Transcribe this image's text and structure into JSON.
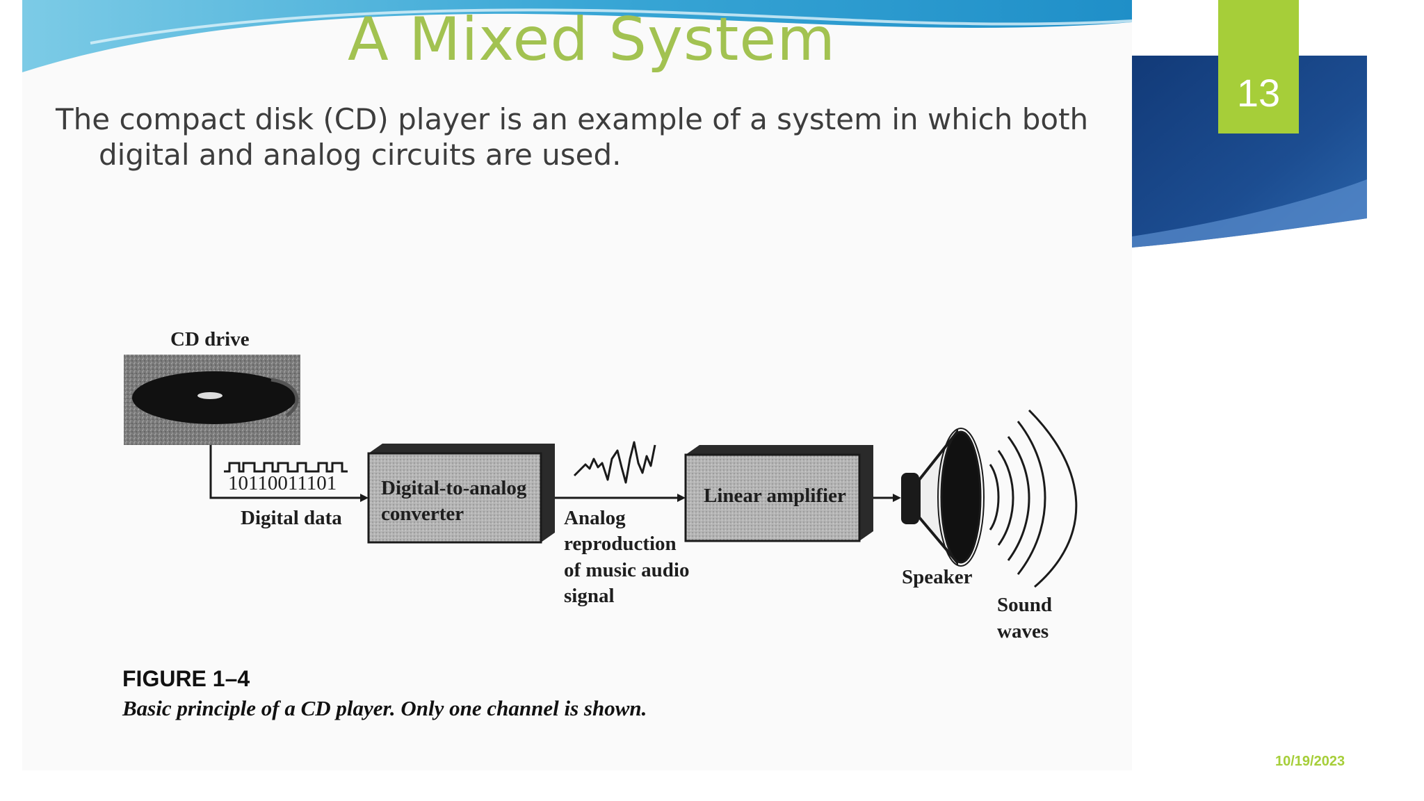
{
  "slide": {
    "title": "A Mixed System",
    "body": "The compact disk (CD) player is an example of a system in which both digital and analog circuits are used.",
    "number": "13",
    "date": "10/19/2023"
  },
  "figure": {
    "cd_drive_label": "CD drive",
    "bits": "10110011101",
    "digital_data_label": "Digital data",
    "dac_line1": "Digital-to-analog",
    "dac_line2": "converter",
    "analog_line1": "Analog",
    "analog_line2": "reproduction",
    "analog_line3": "of music audio",
    "analog_line4": "signal",
    "amp_label": "Linear amplifier",
    "speaker_label": "Speaker",
    "sound_line1": "Sound",
    "sound_line2": "waves",
    "caption_title": "FIGURE 1–4",
    "caption_text": "Basic principle of a CD player. Only one channel is shown."
  },
  "colors": {
    "title_green": "#a2c251",
    "accent_green": "#a6ce39",
    "navy": "#1a3f7f"
  }
}
